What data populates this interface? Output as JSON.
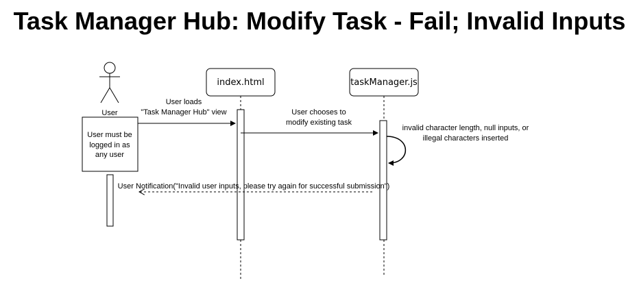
{
  "title": "Task Manager Hub: Modify Task -  Fail; Invalid Inputs",
  "actor": {
    "label": "User",
    "note": [
      "User must be",
      "logged in as",
      "any user"
    ]
  },
  "participants": [
    {
      "name": "index.html"
    },
    {
      "name": "taskManager.js"
    }
  ],
  "messages": {
    "load": [
      "User loads",
      "\"Task Manager Hub\" view"
    ],
    "modify": [
      "User chooses to",
      "modify existing task"
    ],
    "self_check": [
      "invalid character length, null inputs, or",
      "illegal characters inserted"
    ],
    "notify": "User Notification(\"Invalid user inputs, please try again for successful submission\")"
  }
}
